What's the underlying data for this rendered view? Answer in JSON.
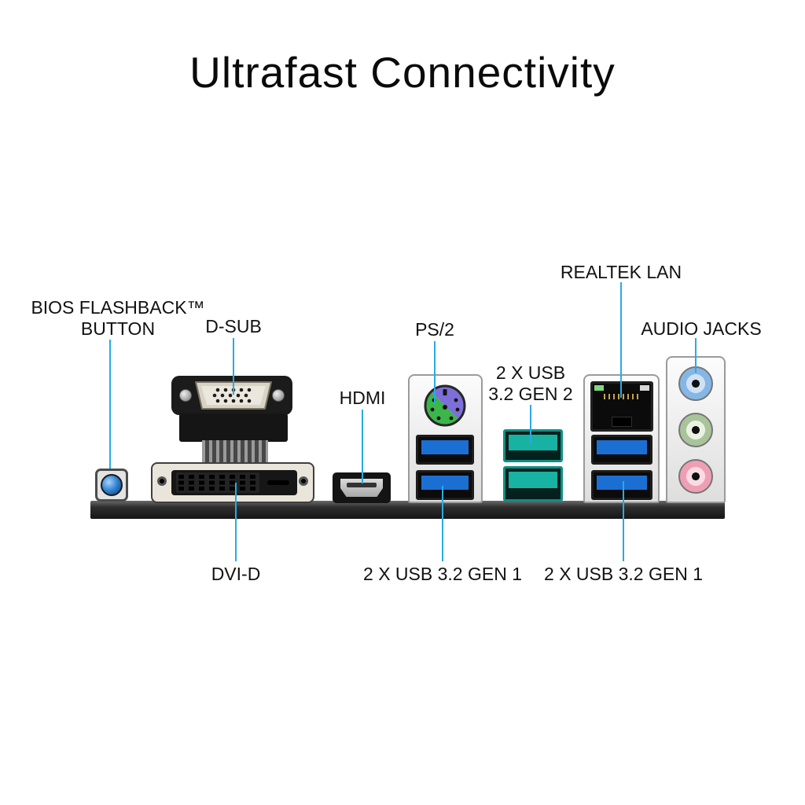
{
  "title": "Ultrafast Connectivity",
  "callouts": {
    "bios_flashback": {
      "line1": "BIOS FLASHBACK™",
      "line2": "BUTTON"
    },
    "d_sub": "D-SUB",
    "dvi_d": "DVI-D",
    "hdmi": "HDMI",
    "ps2": "PS/2",
    "usb_gen2": {
      "line1": "2 X USB",
      "line2": "3.2 GEN 2"
    },
    "usb_gen1_center": "2 X USB 3.2 GEN 1",
    "usb_gen1_right": "2 X USB 3.2 GEN 1",
    "realtek_lan": "REALTEK LAN",
    "audio_jacks": "AUDIO JACKS"
  },
  "colors": {
    "leader_line": "#29abe2",
    "usb3_blue": "#1c6fd2",
    "usb_gen2_teal": "#18b2a2",
    "ps2_green": "#3cb54a",
    "ps2_purple": "#7d6ed8",
    "audio_line_in_blue": "#85b7e6",
    "audio_line_out_green": "#a9c49a",
    "audio_mic_pink": "#ef9fb5"
  }
}
